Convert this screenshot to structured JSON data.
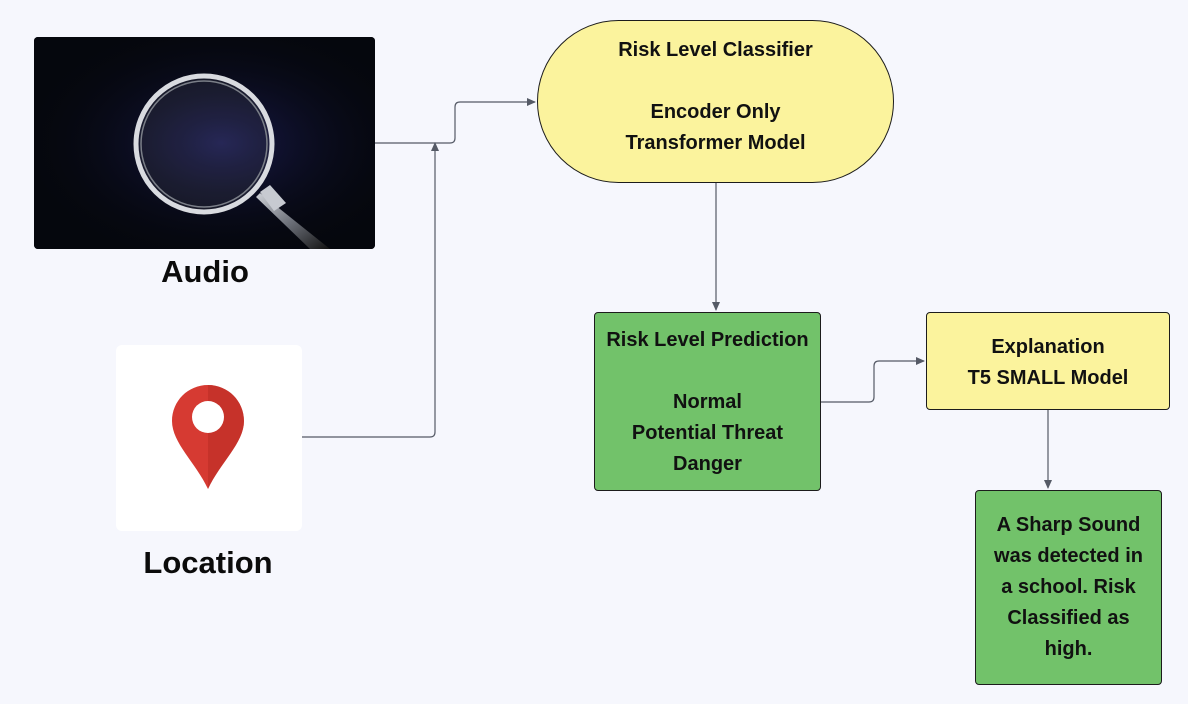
{
  "inputs": {
    "audio": {
      "caption": "Audio",
      "icon": "magnifier-over-waveform-icon"
    },
    "location": {
      "caption": "Location",
      "icon": "map-pin-icon"
    }
  },
  "nodes": {
    "classifier": {
      "title": "Risk Level Classifier",
      "lines": [
        "Encoder Only",
        "Transformer Model"
      ]
    },
    "prediction": {
      "title": "Risk Level Prediction",
      "lines": [
        "Normal",
        "Potential Threat",
        "Danger"
      ]
    },
    "explanation": {
      "lines": [
        "Explanation",
        "T5 SMALL Model"
      ]
    },
    "result": {
      "lines": [
        "A Sharp Sound",
        "was detected in",
        "a school. Risk",
        "Classified as",
        "high."
      ]
    }
  },
  "colors": {
    "background": "#f6f7fd",
    "yellow_node": "#fbf39d",
    "green_node": "#72c26a",
    "connector": "#555a66",
    "pin_red": "#d63a32"
  }
}
